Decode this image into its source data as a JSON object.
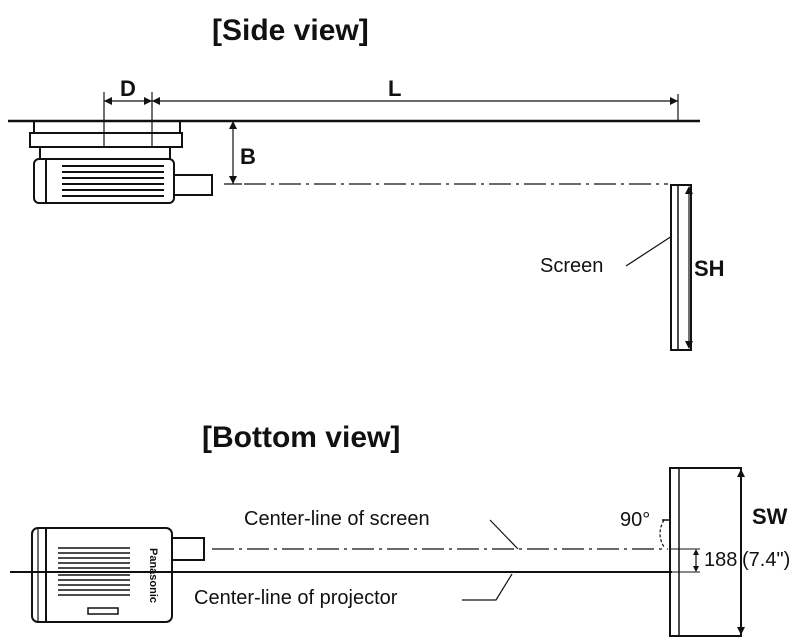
{
  "side_view": {
    "title": "[Side view]",
    "dim_d": "D",
    "dim_l": "L",
    "dim_b": "B",
    "dim_sh": "SH",
    "screen_label": "Screen"
  },
  "bottom_view": {
    "title": "[Bottom view]",
    "centerline_screen_label": "Center-line of screen",
    "centerline_projector_label": "Center-line of projector",
    "angle_label": "90°",
    "dim_sw": "SW",
    "offset_mm": "188",
    "offset_in": "(7.4\")",
    "brand": "Panasonic"
  }
}
